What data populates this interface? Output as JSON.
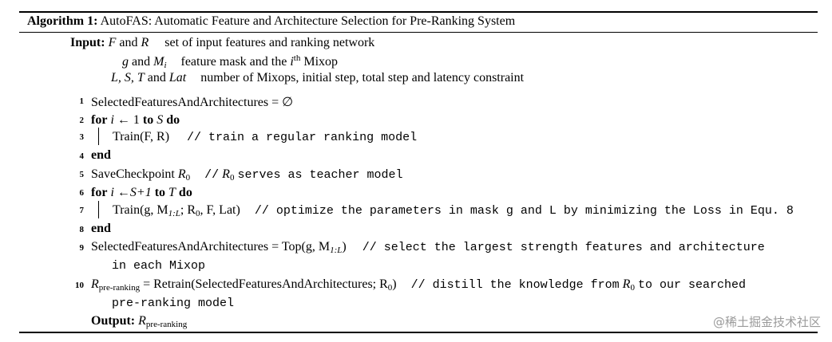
{
  "caption": {
    "label": "Algorithm 1:",
    "title": "AutoFAS: Automatic Feature and Architecture Selection for Pre-Ranking System"
  },
  "input": {
    "label": "Input:",
    "rows": [
      {
        "vars_a": "F",
        "and": "and",
        "vars_b": "R",
        "desc": "set of input features and ranking network"
      },
      {
        "vars_a": "g",
        "and": "and",
        "vars_b": "M",
        "sub": "i",
        "desc_pre": "feature mask and the",
        "sup_var": "i",
        "sup": "th",
        "desc_post": "Mixop"
      },
      {
        "vars": "L, S, T",
        "and": "and",
        "vars_b": "Lat",
        "desc": "number of Mixops, initial step, total step and latency constraint"
      }
    ]
  },
  "lines": [
    {
      "num": "1",
      "text": "SelectedFeaturesAndArchitectures = ∅"
    },
    {
      "num": "2",
      "kw_for": "for",
      "var": "i",
      "arrow": "← 1",
      "kw_to": "to",
      "var2": "S",
      "kw_do": "do"
    },
    {
      "num": "3",
      "text": "Train(F, R)",
      "comment": "// train a regular ranking model"
    },
    {
      "num": "4",
      "kw": "end"
    },
    {
      "num": "5",
      "text": "SaveCheckpoint",
      "var": "R",
      "sub": "0",
      "comment_pre": "//",
      "comment_var": "R",
      "comment_sub": "0",
      "comment": "serves as teacher model"
    },
    {
      "num": "6",
      "kw_for": "for",
      "var": "i",
      "arrow": "←",
      "expr": "S+1",
      "kw_to": "to",
      "var2": "T",
      "kw_do": "do"
    },
    {
      "num": "7",
      "text": "Train(g, M",
      "sub": "1:L",
      "text2": "; R",
      "sub2": "0",
      "text3": ", F, Lat)",
      "comment": "// optimize the parameters in mask g and L by minimizing the Loss in Equ. 8"
    },
    {
      "num": "8",
      "kw": "end"
    },
    {
      "num": "9",
      "text": "SelectedFeaturesAndArchitectures = Top(g, M",
      "sub": "1:L",
      "text2": ")",
      "comment": "// select the largest strength features and architecture",
      "comment_cont": "in each Mixop"
    },
    {
      "num": "10",
      "var": "R",
      "sub": "pre-ranking",
      "text": "= Retrain(SelectedFeaturesAndArchitectures; R",
      "sub2": "0",
      "text2": ")",
      "comment": "// distill the knowledge from",
      "comment_var": "R",
      "comment_sub": "0",
      "comment2": "to our searched",
      "comment_cont": "pre-ranking model"
    }
  ],
  "output": {
    "label": "Output:",
    "var": "R",
    "sub": "pre-ranking"
  },
  "watermark": "@稀土掘金技术社区"
}
